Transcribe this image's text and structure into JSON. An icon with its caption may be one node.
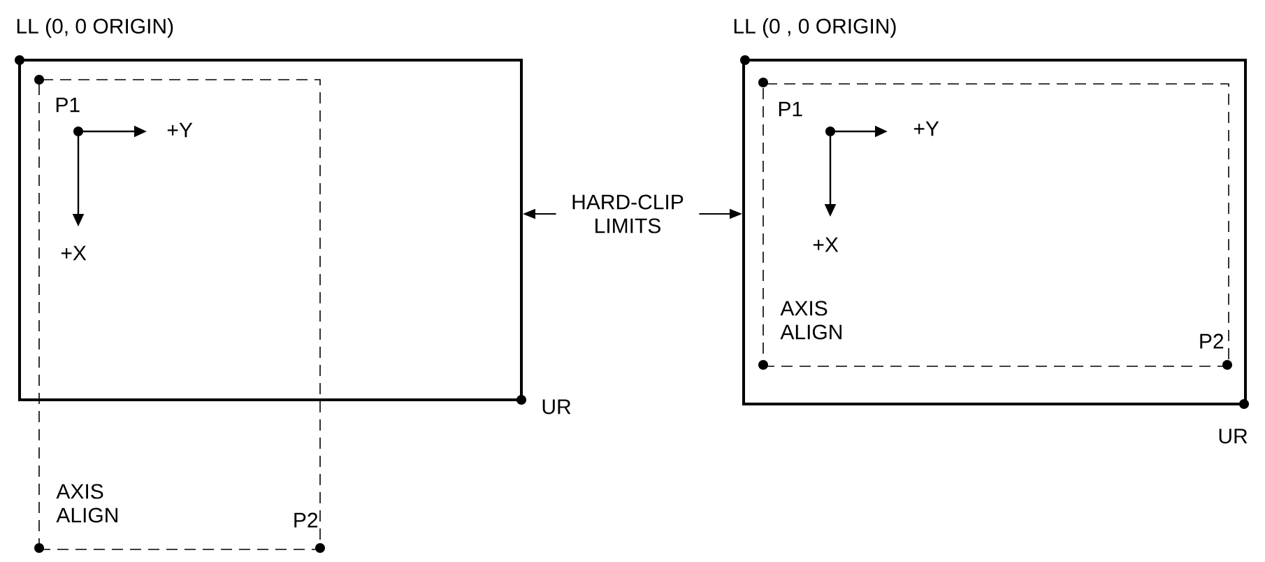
{
  "diagram": {
    "nodes": [
      {
        "text": [],
        "shape": "box"
      },
      {
        "text": [
          "AXIS ALIGN"
        ]
      },
      {
        "text": [
          "HARD-CLIP LIMITS"
        ]
      },
      {
        "text": [],
        "shape": "box"
      },
      {
        "text": [
          "AXIS ALIGN"
        ],
        "in": 3
      }
    ],
    "edges": [
      {
        "from": 2,
        "to": 0,
        "arrow": "to"
      },
      {
        "from": 2,
        "to": 3,
        "arrow": "to"
      }
    ],
    "labels": [
      "LL (0, 0 ORIGIN)",
      "P1",
      "+Y",
      "+X",
      "UR",
      "P2",
      "LL (0 , 0 ORIGIN)",
      "P1",
      "+Y",
      "+X",
      "P2",
      "UR"
    ]
  }
}
